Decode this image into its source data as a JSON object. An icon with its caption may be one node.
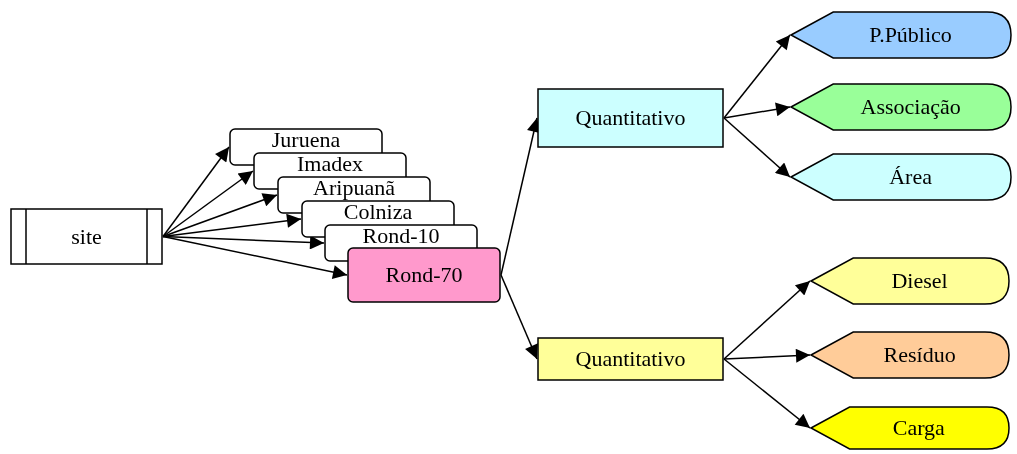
{
  "diagram": {
    "nodes": [
      {
        "text": [
          "site"
        ]
      },
      {
        "text": [
          "Juruena"
        ]
      },
      {
        "text": [
          "Imadex"
        ]
      },
      {
        "text": [
          "Aripuanã"
        ]
      },
      {
        "text": [
          "Colniza"
        ]
      },
      {
        "text": [
          "Rond-10"
        ]
      },
      {
        "text": [
          "Rond-70"
        ]
      },
      {
        "text": [
          "Quantitativo"
        ]
      },
      {
        "text": [
          "Quantitativo"
        ]
      },
      {
        "text": [
          "P.Público"
        ]
      },
      {
        "text": [
          "Associação"
        ]
      },
      {
        "text": [
          "Área"
        ]
      },
      {
        "text": [
          "Diesel"
        ]
      },
      {
        "text": [
          "Resíduo"
        ]
      },
      {
        "text": [
          "Carga"
        ]
      }
    ],
    "edges": [
      {
        "from": 0,
        "to": 1,
        "arrow": "to"
      },
      {
        "from": 0,
        "to": 2,
        "arrow": "to"
      },
      {
        "from": 0,
        "to": 3,
        "arrow": "to"
      },
      {
        "from": 0,
        "to": 4,
        "arrow": "to"
      },
      {
        "from": 0,
        "to": 5,
        "arrow": "to"
      },
      {
        "from": 0,
        "to": 6,
        "arrow": "to"
      },
      {
        "from": 6,
        "to": 7,
        "arrow": "to"
      },
      {
        "from": 6,
        "to": 8,
        "arrow": "to"
      },
      {
        "from": 7,
        "to": 9,
        "arrow": "to"
      },
      {
        "from": 7,
        "to": 10,
        "arrow": "to"
      },
      {
        "from": 7,
        "to": 11,
        "arrow": "to"
      },
      {
        "from": 8,
        "to": 12,
        "arrow": "to"
      },
      {
        "from": 8,
        "to": 13,
        "arrow": "to"
      },
      {
        "from": 8,
        "to": 14,
        "arrow": "to"
      }
    ]
  }
}
